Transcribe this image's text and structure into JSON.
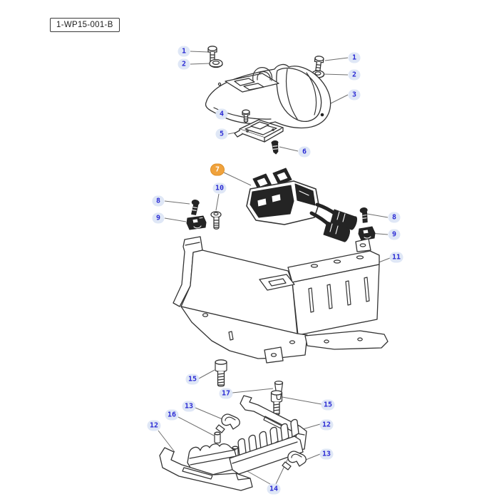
{
  "diagram": {
    "kind": "exploded-parts-diagram",
    "reference_label": "1-WP15-001-B",
    "colors": {
      "callout": "#2a2ad4",
      "callout_halo": "#dfe7f6",
      "highlight": "#f0a23c",
      "line_art": "#333333",
      "background": "#ffffff"
    }
  },
  "callouts": [
    {
      "id": "1-top-left",
      "number": "1",
      "highlighted": false
    },
    {
      "id": "2-top-left",
      "number": "2",
      "highlighted": false
    },
    {
      "id": "1-top-right",
      "number": "1",
      "highlighted": false
    },
    {
      "id": "2-top-right",
      "number": "2",
      "highlighted": false
    },
    {
      "id": "3",
      "number": "3",
      "highlighted": false
    },
    {
      "id": "4",
      "number": "4",
      "highlighted": false
    },
    {
      "id": "5",
      "number": "5",
      "highlighted": false
    },
    {
      "id": "6",
      "number": "6",
      "highlighted": false
    },
    {
      "id": "7",
      "number": "7",
      "highlighted": true
    },
    {
      "id": "10",
      "number": "10",
      "highlighted": false
    },
    {
      "id": "8-left",
      "number": "8",
      "highlighted": false
    },
    {
      "id": "9-left",
      "number": "9",
      "highlighted": false
    },
    {
      "id": "8-right",
      "number": "8",
      "highlighted": false
    },
    {
      "id": "9-right",
      "number": "9",
      "highlighted": false
    },
    {
      "id": "11",
      "number": "11",
      "highlighted": false
    },
    {
      "id": "15-left",
      "number": "15",
      "highlighted": false
    },
    {
      "id": "17",
      "number": "17",
      "highlighted": false
    },
    {
      "id": "15-right",
      "number": "15",
      "highlighted": false
    },
    {
      "id": "12-right",
      "number": "12",
      "highlighted": false
    },
    {
      "id": "13-left",
      "number": "13",
      "highlighted": false
    },
    {
      "id": "16",
      "number": "16",
      "highlighted": false
    },
    {
      "id": "12-left",
      "number": "12",
      "highlighted": false
    },
    {
      "id": "13-right",
      "number": "13",
      "highlighted": false
    },
    {
      "id": "14",
      "number": "14",
      "highlighted": false
    }
  ],
  "parts": [
    {
      "number": "1",
      "name": "screw"
    },
    {
      "number": "2",
      "name": "grommet"
    },
    {
      "number": "3",
      "name": "console-cover"
    },
    {
      "number": "4",
      "name": "screw"
    },
    {
      "number": "5",
      "name": "mounting-plate"
    },
    {
      "number": "6",
      "name": "screw"
    },
    {
      "number": "7",
      "name": "switch-assembly-with-harness"
    },
    {
      "number": "8",
      "name": "screw"
    },
    {
      "number": "9",
      "name": "clip-nut"
    },
    {
      "number": "10",
      "name": "screw"
    },
    {
      "number": "11",
      "name": "mounting-bracket"
    },
    {
      "number": "12",
      "name": "rail-bracket"
    },
    {
      "number": "13",
      "name": "clamp-clip"
    },
    {
      "number": "14",
      "name": "wire-guide"
    },
    {
      "number": "15",
      "name": "bolt"
    },
    {
      "number": "16",
      "name": "pin"
    },
    {
      "number": "17",
      "name": "tapered-pin"
    }
  ]
}
